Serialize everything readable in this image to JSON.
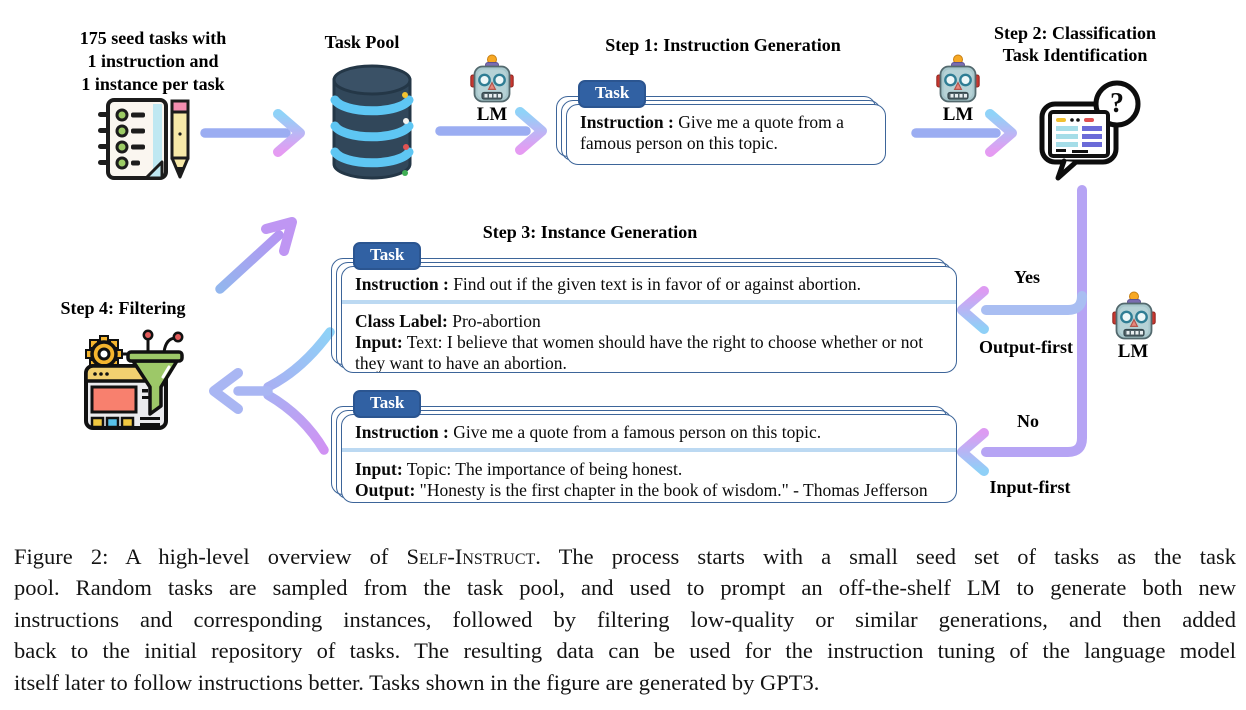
{
  "figure": {
    "seed_note": {
      "line1": "175 seed tasks with",
      "line2": "1 instruction and",
      "line3": "1 instance per task"
    },
    "task_pool_label": "Task Pool",
    "lm_label": "LM",
    "steps": {
      "step1": {
        "title": "Step 1: Instruction Generation"
      },
      "step2": {
        "title_line1": "Step 2: Classification",
        "title_line2": "Task Identification",
        "question_mark": "?"
      },
      "step3": {
        "title": "Step 3: Instance Generation"
      },
      "step4": {
        "title": "Step 4: Filtering"
      }
    },
    "cards": {
      "step1_card": {
        "tab": "Task",
        "instruction_label": "Instruction :",
        "instruction_text": "Give me a quote from a famous person on this topic."
      },
      "step3_card_top": {
        "tab": "Task",
        "instruction_label": "Instruction :",
        "instruction_text": "Find out if the given text is in favor of or against abortion.",
        "class_label": "Class Label:",
        "class_value": "Pro-abortion",
        "input_label": "Input:",
        "input_text": "Text: I believe that women should have the right to choose whether or not they want to have an abortion."
      },
      "step3_card_bottom": {
        "tab": "Task",
        "instruction_label": "Instruction :",
        "instruction_text": "Give me a quote from a famous person on this topic.",
        "input_label": "Input:",
        "input_text": "Topic: The importance of being honest.",
        "output_label": "Output:",
        "output_text": "\"Honesty is the first chapter in the book of wisdom.\" - Thomas Jefferson"
      }
    },
    "branches": {
      "yes": "Yes",
      "output_first": "Output-first",
      "no": "No",
      "input_first": "Input-first"
    },
    "icons": {
      "seed": "checklist-pencil-icon",
      "pool": "database-icon",
      "lm": "robot-icon",
      "step2": "chat-question-icon",
      "step4": "filter-funnel-icon"
    },
    "colors": {
      "arrow_shaft_blue": "#9badf2",
      "arrow_head_cyan": "#8fd3f8",
      "arrow_head_magenta": "#e59bf2",
      "connector_purple": "#b6a4f4",
      "tab_blue": "#3161a3",
      "card_border_blue": "#3d6599",
      "card_divider_blue": "#bcd9f2",
      "database_body": "#31475a",
      "database_stripe": "#5ec6f3",
      "funnel_green": "#9dc868"
    }
  },
  "caption": {
    "line1_pre": "Figure 2: A high-level overview of ",
    "line1_smallcaps": "Self-Instruct",
    "line1_post": ". The process starts with a small seed set of tasks as the task",
    "line2": "pool. Random tasks are sampled from the task pool, and used to prompt an off-the-shelf LM to generate both new",
    "line3": "instructions and corresponding instances, followed by filtering low-quality or similar generations, and then added",
    "line4": "back to the initial repository of tasks. The resulting data can be used for the instruction tuning of the language model",
    "line5": "itself later to follow instructions better. Tasks shown in the figure are generated by GPT3."
  }
}
